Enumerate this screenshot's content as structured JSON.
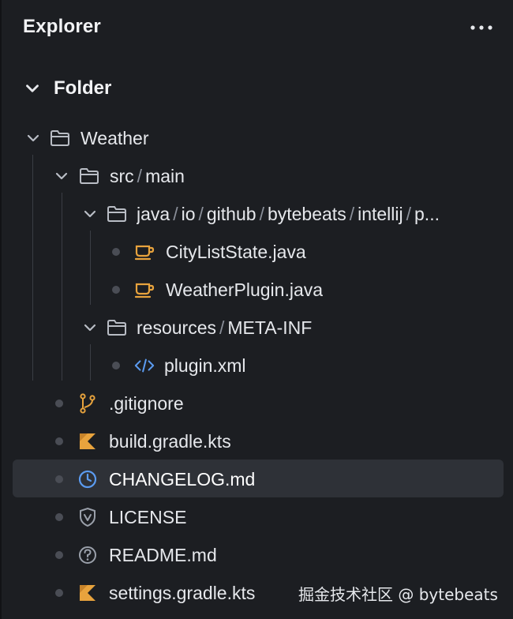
{
  "explorer": {
    "title": "Explorer",
    "more_icon": "ellipsis-icon"
  },
  "folder": {
    "label": "Folder",
    "expanded": true
  },
  "tree": {
    "weather": {
      "label": "Weather",
      "icon": "folder-open-icon"
    },
    "src_main": {
      "segments": [
        "src",
        "main"
      ],
      "icon": "folder-open-icon"
    },
    "java_pkg": {
      "segments": [
        "java",
        "io",
        "github",
        "bytebeats",
        "intellij",
        "p..."
      ],
      "icon": "folder-open-icon"
    },
    "citylist": {
      "label": "CityListState.java",
      "icon": "java-cup-icon"
    },
    "weatherplugin": {
      "label": "WeatherPlugin.java",
      "icon": "java-cup-icon"
    },
    "resources": {
      "segments": [
        "resources",
        "META-INF"
      ],
      "icon": "folder-open-icon"
    },
    "pluginxml": {
      "label": "plugin.xml",
      "icon": "code-brackets-icon"
    },
    "gitignore": {
      "label": ".gitignore",
      "icon": "git-branch-icon"
    },
    "buildgradle": {
      "label": "build.gradle.kts",
      "icon": "kotlin-icon"
    },
    "changelog": {
      "label": "CHANGELOG.md",
      "icon": "clock-icon",
      "selected": true
    },
    "license": {
      "label": "LICENSE",
      "icon": "shield-icon"
    },
    "readme": {
      "label": "README.md",
      "icon": "question-circle-icon"
    },
    "settingsgradle": {
      "label": "settings.gradle.kts",
      "icon": "kotlin-icon"
    }
  },
  "separator": "/",
  "watermark": "掘金技术社区 @ bytebeats",
  "colors": {
    "background": "#1c1e22",
    "selected_row": "#2e3137",
    "java_icon": "#e8a33d",
    "kotlin_icon": "#e8a33d",
    "git_icon": "#e8a33d",
    "xml_icon": "#5b9bf0",
    "clock_icon": "#5b9bf0",
    "muted_icon": "#9aa0aa"
  }
}
